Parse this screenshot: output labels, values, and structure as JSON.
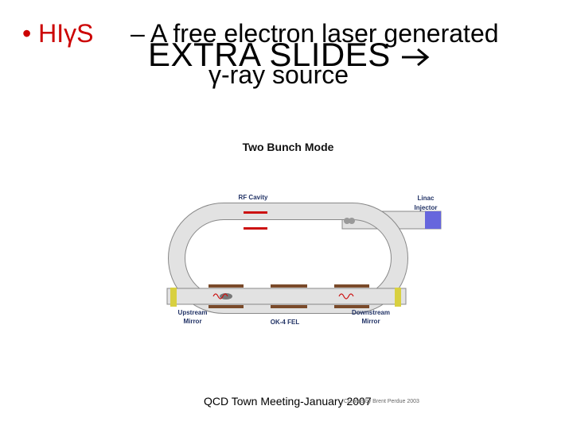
{
  "title": {
    "bullet": "• HIγS",
    "rest": "– A free electron laser generated",
    "line2": "γ-ray source"
  },
  "overlay": {
    "text": "EXTRA SLIDES"
  },
  "diagram": {
    "title": "Two Bunch Mode",
    "labels": {
      "rf_cavity": "RF Cavity",
      "linac_line1": "Linac",
      "linac_line2": "Injector",
      "upstream_line1": "Upstream",
      "upstream_line2": "Mirror",
      "downstream_line1": "Downstream",
      "downstream_line2": "Mirror",
      "fel": "OK-4 FEL"
    },
    "colors": {
      "ring_fill": "#e2e2e2",
      "ring_stroke": "#888888",
      "rf_cavity": "#cc1111",
      "magnet": "#7a4a2a",
      "linac": "#6666dd",
      "mirror": "#d8d040",
      "label_text": "#223366"
    }
  },
  "footer": {
    "text": "QCD Town Meeting-January 2007",
    "credit": "Created by Brent Perdue 2003"
  }
}
